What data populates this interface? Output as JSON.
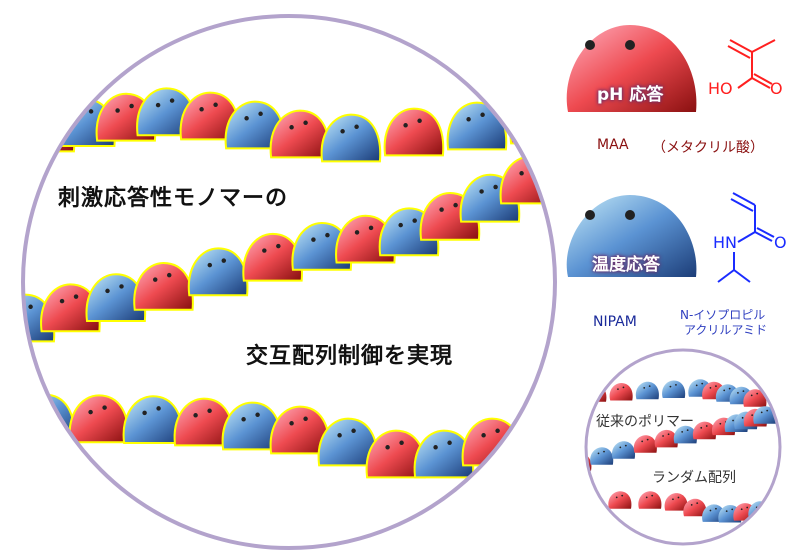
{
  "main_circle": {
    "headline_line1": "刺激応答性モノマーの",
    "headline_line2": "交互配列制御を実現",
    "chains": [
      {
        "sequence": [
          "red",
          "blue",
          "red",
          "blue",
          "red",
          "blue",
          "red",
          "blue",
          "red",
          "blue",
          "red"
        ]
      },
      {
        "sequence": [
          "blue",
          "red",
          "blue",
          "red",
          "blue",
          "red",
          "blue",
          "red",
          "blue",
          "red",
          "blue",
          "red"
        ]
      },
      {
        "sequence": [
          "blue",
          "red",
          "blue",
          "red",
          "blue",
          "red",
          "blue",
          "red",
          "blue",
          "red",
          "blue"
        ]
      }
    ]
  },
  "monomers": [
    {
      "label": "pH 応答",
      "abbr": "MAA",
      "name": "（メタクリル酸）",
      "structure_atoms": [
        "HO",
        "O"
      ],
      "color": "#e8323a"
    },
    {
      "label": "温度応答",
      "abbr": "NIPAM",
      "name_line1": "N-イソプロピル",
      "name_line2": "アクリルアミド",
      "structure_atoms": [
        "HN",
        "O"
      ],
      "color": "#3a6fd0"
    }
  ],
  "inset": {
    "label_line1": "従来のポリマー",
    "label_line2": "ランダム配列",
    "chains": [
      {
        "sequence": [
          "red",
          "red",
          "blue",
          "blue",
          "blue",
          "red",
          "blue",
          "blue",
          "red"
        ]
      },
      {
        "sequence": [
          "red",
          "blue",
          "blue",
          "red",
          "red",
          "blue",
          "red",
          "red",
          "blue",
          "blue",
          "red",
          "blue"
        ]
      },
      {
        "sequence": [
          "blue",
          "red",
          "red",
          "red",
          "red",
          "blue",
          "blue",
          "red",
          "blue"
        ]
      }
    ]
  },
  "colors": {
    "red": "#e8404a",
    "blue": "#5b93d3",
    "ring": "#b3a3cc",
    "glow": "#ffff00"
  }
}
